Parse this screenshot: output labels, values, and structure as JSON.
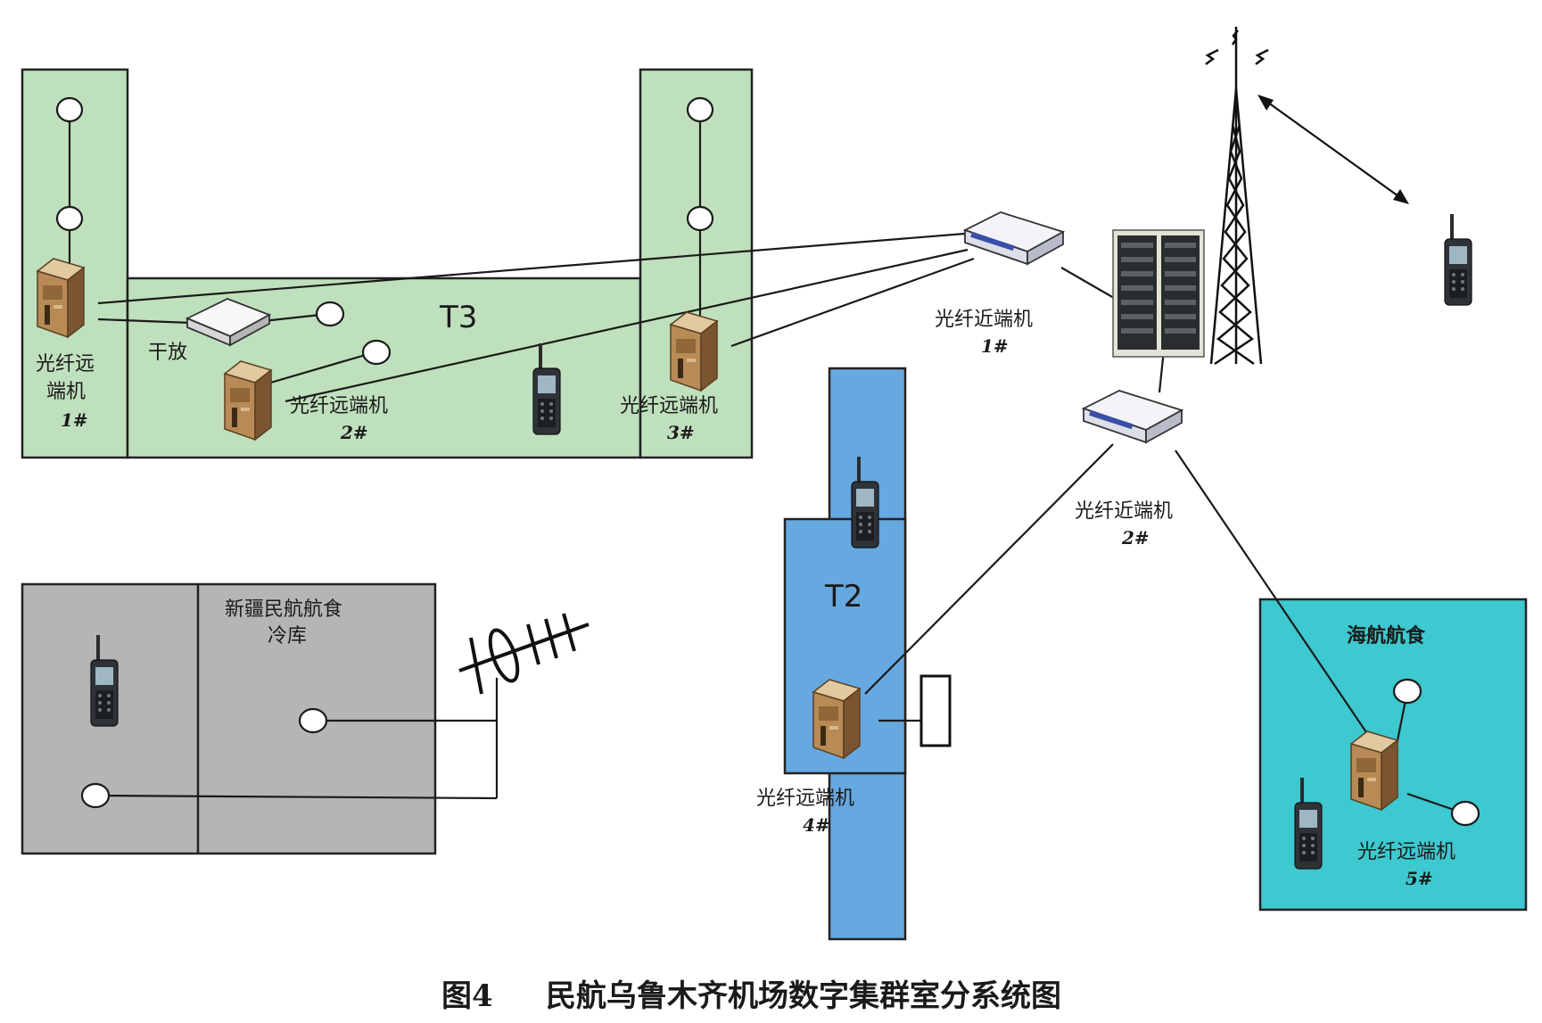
{
  "colors": {
    "t3_zone": "#bfe0bd",
    "t2_zone": "#66a8e0",
    "grey_zone": "#b5b5b5",
    "teal_zone": "#3ec8cf",
    "device_brown": "#b88a56"
  },
  "zones": {
    "t3_label": "T3",
    "t2_label": "T2",
    "cold_storage_label_line1": "新疆民航航食",
    "cold_storage_label_line2": "冷库",
    "hainan_label": "海航航食"
  },
  "devices": {
    "remote_1_line1": "光纤远",
    "remote_1_line2": "端机",
    "remote_1_num": "1#",
    "remote_2_name": "光纤远端机",
    "remote_2_num": "2#",
    "remote_3_name": "光纤远端机",
    "remote_3_num": "3#",
    "remote_4_name": "光纤远端机",
    "remote_4_num": "4#",
    "remote_5_name": "光纤远端机",
    "remote_5_num": "5#",
    "near_1_name": "光纤近端机",
    "near_1_num": "1#",
    "near_2_name": "光纤近端机",
    "near_2_num": "2#",
    "amplifier_label": "干放"
  },
  "icons": [
    "fiber-remote-unit-icon",
    "fiber-near-unit-icon",
    "line-amplifier-icon",
    "antenna-node-icon",
    "handheld-radio-icon",
    "base-station-rack-icon",
    "radio-tower-icon",
    "yagi-antenna-icon",
    "leaky-cable-icon"
  ],
  "caption": {
    "figure_no": "图4",
    "title": "民航乌鲁木齐机场数字集群室分系统图"
  }
}
